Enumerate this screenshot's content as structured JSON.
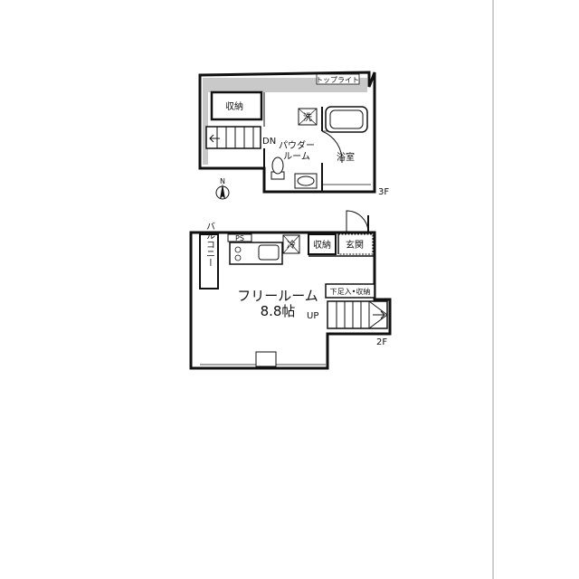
{
  "floor3": {
    "floor_label": "3F",
    "toplight": "トップライト",
    "storage": "収納",
    "down": "DN",
    "washer": "洗",
    "powder_room_line1": "パウダー",
    "powder_room_line2": "ルーム",
    "bathroom": "浴室"
  },
  "compass": {
    "north": "N"
  },
  "floor2": {
    "floor_label": "2F",
    "ps": "PS",
    "refrigerator": "冷",
    "storage": "収納",
    "entrance": "玄関",
    "balcony": "バルコニー",
    "free_room": "フリールーム",
    "free_room_size": "8.8帖",
    "shoe_storage": "下足入•収納",
    "up": "UP"
  }
}
